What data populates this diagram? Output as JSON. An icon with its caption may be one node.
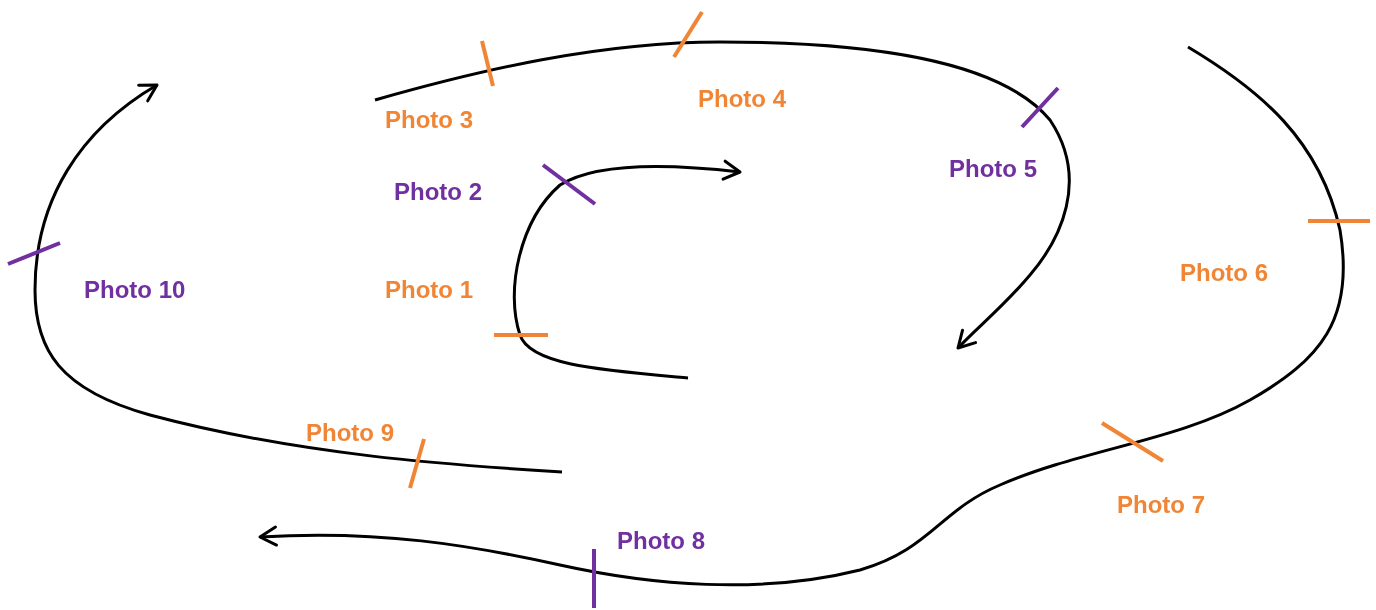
{
  "diagram": {
    "labels": [
      "Photo 1",
      "Photo 2",
      "Photo 3",
      "Photo 4",
      "Photo 5",
      "Photo 6",
      "Photo 7",
      "Photo 8",
      "Photo 9",
      "Photo 10"
    ]
  }
}
